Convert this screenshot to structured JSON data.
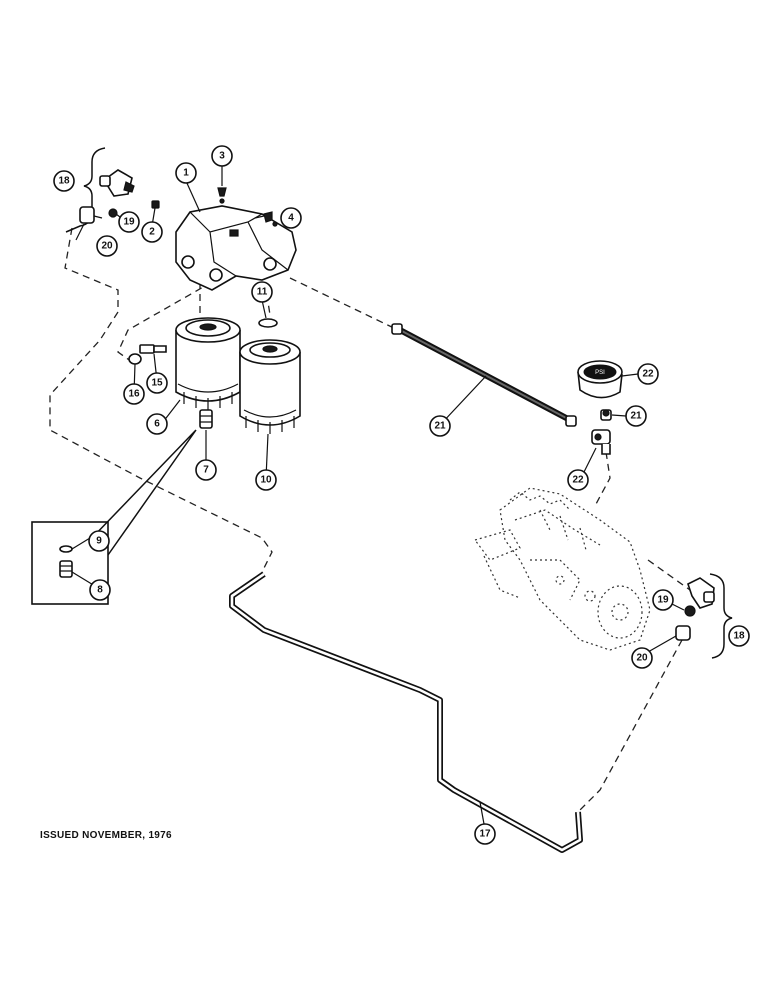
{
  "footer": {
    "issued": "ISSUED NOVEMBER, 1976"
  },
  "callouts": {
    "c1": "1",
    "c2": "2",
    "c3": "3",
    "c4": "4",
    "c6": "6",
    "c7": "7",
    "c8": "8",
    "c9": "9",
    "c10": "10",
    "c11": "11",
    "c15": "15",
    "c16": "16",
    "c17": "17",
    "c18a": "18",
    "c18b": "18",
    "c19a": "19",
    "c19b": "19",
    "c20a": "20",
    "c20b": "20",
    "c21a": "21",
    "c21b": "21",
    "c22a": "22",
    "c22b": "22"
  },
  "gauge_text": "PSI"
}
